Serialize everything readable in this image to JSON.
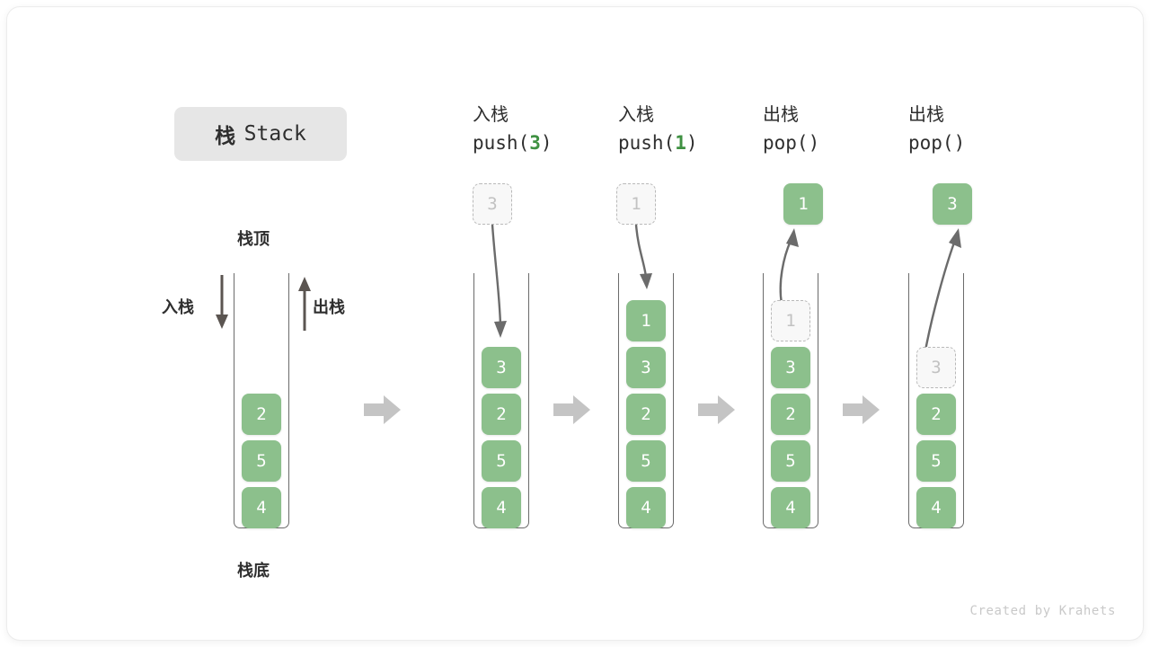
{
  "title": {
    "cjk": "栈",
    "latin": "Stack"
  },
  "labels": {
    "top": "栈顶",
    "bottom": "栈底",
    "push_side": "入栈",
    "pop_side": "出栈"
  },
  "watermark": "Created by Krahets",
  "colors": {
    "cell_fill": "#8cc08c",
    "cell_text": "#ffffff",
    "ghost_fill": "#f8f8f8",
    "ghost_border": "#b9b9b9",
    "ghost_text": "#c2c2c2",
    "accent_number": "#3f9142",
    "badge_bg": "#e6e6e6",
    "arrow_gray": "#c4c4c4",
    "line_gray": "#6b6b6b"
  },
  "columns": [
    {
      "id": "initial",
      "head_line1": "",
      "head_line2": "",
      "op": "none",
      "cells": [
        "2",
        "5",
        "4"
      ],
      "floating": null,
      "ghost_index": null
    },
    {
      "id": "push-3",
      "head_line1": "入栈",
      "head_line2_prefix": "push(",
      "head_line2_num": "3",
      "head_line2_suffix": ")",
      "op": "push",
      "cells": [
        "3",
        "2",
        "5",
        "4"
      ],
      "floating": {
        "value": "3",
        "style": "ghost"
      }
    },
    {
      "id": "push-1",
      "head_line1": "入栈",
      "head_line2_prefix": "push(",
      "head_line2_num": "1",
      "head_line2_suffix": ")",
      "op": "push",
      "cells": [
        "1",
        "3",
        "2",
        "5",
        "4"
      ],
      "floating": {
        "value": "1",
        "style": "ghost"
      }
    },
    {
      "id": "pop-1",
      "head_line1": "出栈",
      "head_line2_prefix": "pop(",
      "head_line2_num": "",
      "head_line2_suffix": ")",
      "op": "pop",
      "cells": [
        "1",
        "3",
        "2",
        "5",
        "4"
      ],
      "ghost_index": 0,
      "floating": {
        "value": "1",
        "style": "solid"
      }
    },
    {
      "id": "pop-3",
      "head_line1": "出栈",
      "head_line2_prefix": "pop(",
      "head_line2_num": "",
      "head_line2_suffix": ")",
      "op": "pop",
      "cells": [
        "3",
        "2",
        "5",
        "4"
      ],
      "ghost_index": 0,
      "floating": {
        "value": "3",
        "style": "solid"
      }
    }
  ]
}
